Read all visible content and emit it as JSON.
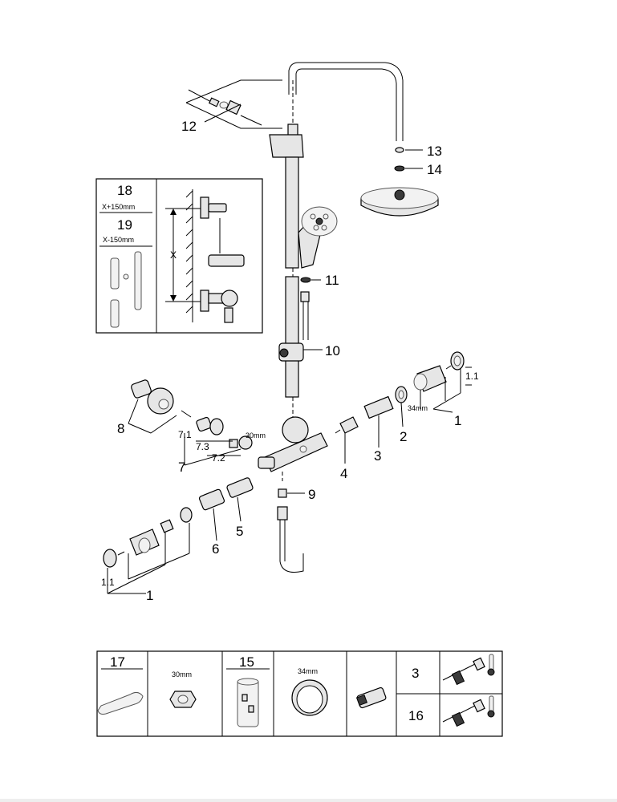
{
  "callouts": {
    "c1a": "1",
    "c1b": "1",
    "c1_1a": "1.1",
    "c1_1b": "1.1",
    "c2": "2",
    "c3": "3",
    "c4": "4",
    "c5": "5",
    "c6": "6",
    "c7": "7",
    "c7_1": "7.1",
    "c7_2": "7.2",
    "c7_3": "7.3",
    "c8": "8",
    "c9": "9",
    "c10": "10",
    "c11": "11",
    "c12": "12",
    "c13": "13",
    "c14": "14"
  },
  "dimensions": {
    "nut_30": "30mm",
    "nut_34": "34mm"
  },
  "inset": {
    "n18": "18",
    "x_plus": "X+150mm",
    "n19": "19",
    "x_minus": "X-150mm",
    "x_label": "X"
  },
  "tool_table": {
    "tool17": "17",
    "tool17_size": "30mm",
    "tool15": "15",
    "tool15_size": "34mm",
    "row3": "3",
    "row16": "16"
  },
  "icon_names": [
    "wrench-icon",
    "nut-icon",
    "sleeve-icon",
    "ring-icon",
    "cartridge-icon",
    "thermometer-icon",
    "screwdriver-icon"
  ]
}
